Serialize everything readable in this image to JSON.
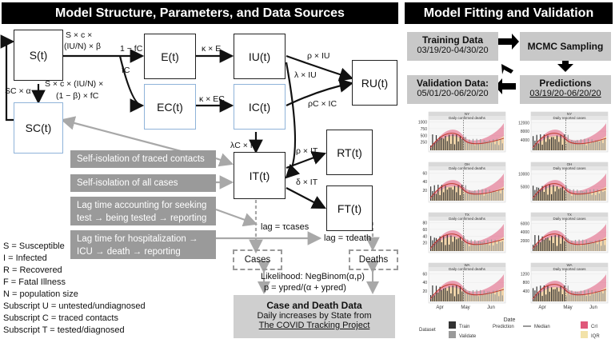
{
  "left_title": "Model Structure, Parameters, and Data Sources",
  "right_title": "Model Fitting and Validation",
  "compartments": {
    "S": "S(t)",
    "E": "E(t)",
    "IU": "IU(t)",
    "RU": "RU(t)",
    "SC": "SC(t)",
    "EC": "EC(t)",
    "IC": "IC(t)",
    "IT": "IT(t)",
    "RT": "RT(t)",
    "FT": "FT(t)"
  },
  "rates": {
    "infection_top": "S × c ×",
    "infection_mid": "(IU/N) × β",
    "fc_complement": "1 − fC",
    "fc": "fC",
    "kE": "κ × E",
    "kEC": "κ × EC",
    "rhoIU": "ρ × IU",
    "lambdaIU": "λ × IU",
    "rhoIC": "ρC × IC",
    "lambdaIC": "λC × IC",
    "rhoIT": "ρ × IT",
    "deltaIT": "δ × IT",
    "sc_alpha": "SC × α",
    "traced_1": "S × c × (IU/N) ×",
    "traced_2": "(1 − β) × fC"
  },
  "assumptions": [
    "Self-isolation of traced contacts",
    "Self-isolation of all cases",
    "Lag time accounting for seeking test → being tested → reporting",
    "Lag time for hospitalization → ICU → death → reporting"
  ],
  "lags": {
    "cases": "lag = τcases",
    "death": "lag = τdeath"
  },
  "outputs": {
    "cases": "Cases",
    "deaths": "Deaths"
  },
  "likelihood": [
    "Likelihood: NegBinom(α,p)",
    "p = ypred/(α + ypred)"
  ],
  "data_source": {
    "title": "Case and Death Data",
    "line1": "Daily increases by State from",
    "line2": "The COVID Tracking Project"
  },
  "legend": [
    "S = Susceptible",
    "I = Infected",
    "R = Recovered",
    "F = Fatal Illness",
    "N = population size",
    "Subscript U = untested/undiagnosed",
    "Subscript C = traced contacts",
    "Subscript T = tested/diagnosed"
  ],
  "fitting": {
    "training_title": "Training Data",
    "training_dates": "03/19/20-04/30/20",
    "mcmc": "MCMC Sampling",
    "predictions_title": "Predictions",
    "predictions_dates": "03/19/20-06/20/20",
    "validation_title": "Validation Data:",
    "validation_dates": "05/01/20-06/20/20"
  },
  "chart_data": {
    "type": "line",
    "states": [
      "NY",
      "OH",
      "TX",
      "WA"
    ],
    "panel_titles": [
      "Daily confirmed deaths",
      "Daily reported cases"
    ],
    "xticks": [
      "Apr",
      "May",
      "Jun"
    ],
    "xlabel": "Date",
    "yticks_deaths": [
      [
        "250",
        "500",
        "750",
        "1000"
      ],
      [
        "20",
        "40",
        "60"
      ],
      [
        "20",
        "40",
        "60",
        "80"
      ],
      [
        "20",
        "40",
        "60"
      ]
    ],
    "yticks_cases": [
      [
        "4000",
        "8000",
        "12000"
      ],
      [
        "5000",
        "10000"
      ],
      [
        "2000",
        "4000",
        "6000"
      ],
      [
        "400",
        "800",
        "1200"
      ]
    ],
    "legend": {
      "dataset_title": "Dataset",
      "train": "Train",
      "validate": "Validate",
      "prediction_title": "Prediction",
      "median": "Median",
      "cri": "CrI",
      "iqr": "IQR"
    },
    "colors": {
      "cri": "#e0587a",
      "iqr": "#f2e2a8",
      "median": "#c0392b",
      "train": "#333333",
      "validate": "#9a9a9a"
    }
  }
}
